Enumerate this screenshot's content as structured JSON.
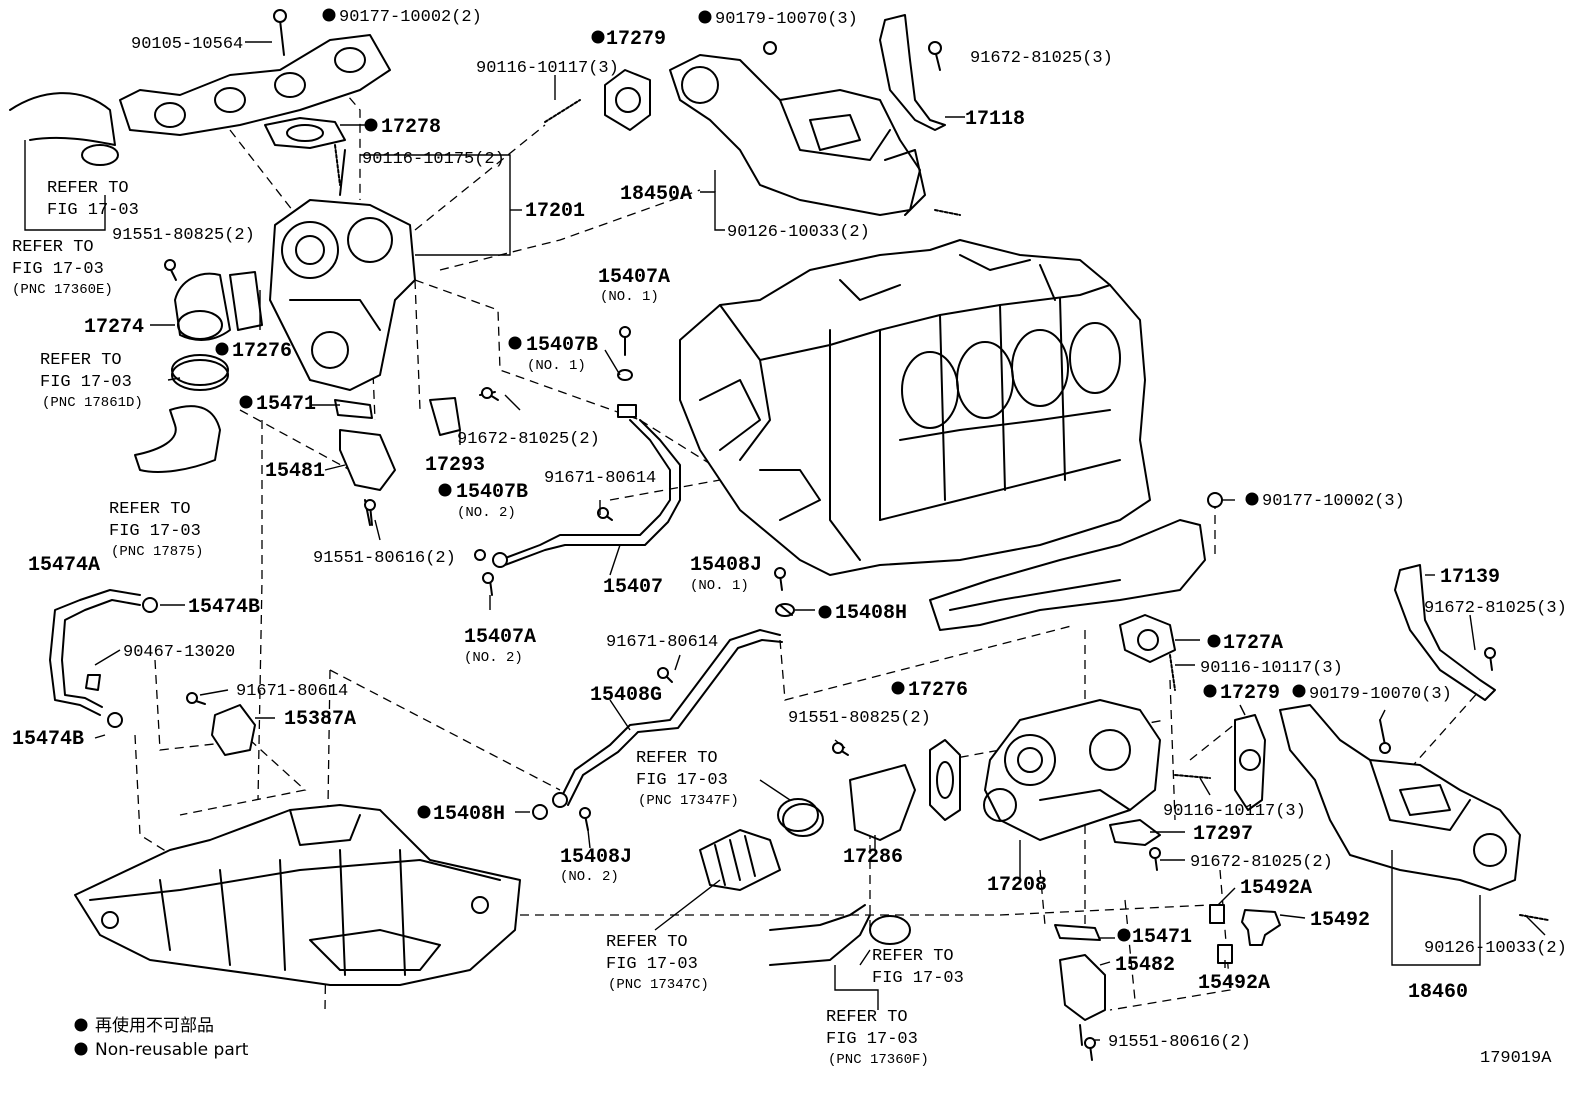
{
  "labels": {
    "p1": "90177-10002(2)",
    "p2": "90105-10564",
    "p3": "17279",
    "p4": "90179-10070(3)",
    "p5": "91672-81025(3)",
    "p6": "90116-10117(3)",
    "p7": "17278",
    "p8": "17118",
    "p9": "90116-10175(2)",
    "p10": "17201",
    "p11": "18450A",
    "p12": "90126-10033(2)",
    "p13": "91551-80825(2)",
    "p14": "15407A",
    "p15": "(NO. 1)",
    "p16": "17274",
    "p17": "17276",
    "p18": "15407B",
    "p19": "(NO. 1)",
    "p20": "15471",
    "p21": "91672-81025(2)",
    "p22": "15481",
    "p23": "17293",
    "p24": "91671-80614",
    "p25": "15407B",
    "p26": "(NO. 2)",
    "p27": "91551-80616(2)",
    "p28": "15407",
    "p29": "90177-10002(3)",
    "p30": "15474A",
    "p31": "15408J",
    "p32": "(NO. 1)",
    "p33": "17139",
    "p34": "15474B",
    "p35": "15408H",
    "p36": "91672-81025(3)",
    "p37": "15407A",
    "p38": "(NO. 2)",
    "p39": "90467-13020",
    "p40": "91671-80614",
    "p41": "1727A",
    "p42": "90116-10117(3)",
    "p43": "91671-80614",
    "p44": "15387A",
    "p45": "15408G",
    "p46": "17276",
    "p47": "17279",
    "p48": "90179-10070(3)",
    "p49": "15474B",
    "p50": "91551-80825(2)",
    "p51": "90116-10117(3)",
    "p52": "17297",
    "p53": "15408H",
    "p54": "15408J",
    "p55": "(NO. 2)",
    "p56": "17286",
    "p57": "17208",
    "p58": "91672-81025(2)",
    "p59": "15492A",
    "p60": "15492",
    "p61": "15471",
    "p62": "15482",
    "p63": "15492A",
    "p64": "90126-10033(2)",
    "p65": "18460",
    "p66": "91551-80616(2)"
  },
  "references": {
    "r1": [
      "REFER TO",
      "FIG 17-03"
    ],
    "r2": [
      "REFER TO",
      "FIG 17-03",
      "(PNC 17360E)"
    ],
    "r3": [
      "REFER TO",
      "FIG 17-03",
      "(PNC 17861D)"
    ],
    "r4": [
      "REFER TO",
      "FIG 17-03",
      "(PNC 17875)"
    ],
    "r5": [
      "REFER TO",
      "FIG 17-03",
      "(PNC 17347F)"
    ],
    "r6": [
      "REFER TO",
      "FIG 17-03",
      "(PNC 17347C)"
    ],
    "r7": [
      "REFER TO",
      "FIG 17-03"
    ],
    "r8": [
      "REFER TO",
      "FIG 17-03",
      "(PNC 17360F)"
    ]
  },
  "legend": {
    "jp": "再使用不可部品",
    "en": "Non-reusable part"
  },
  "figure_code": "179019A"
}
